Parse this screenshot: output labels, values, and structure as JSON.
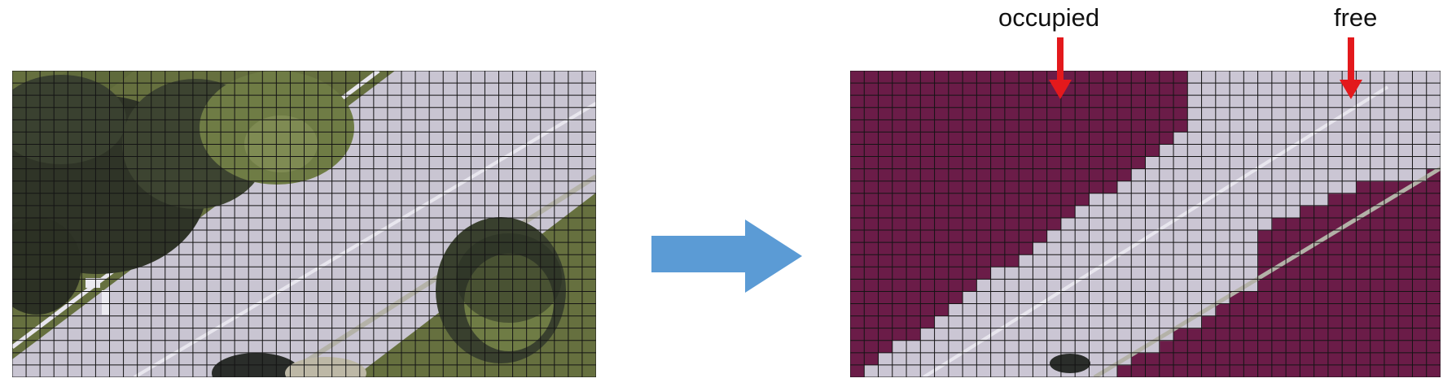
{
  "labels": {
    "occupied": "occupied",
    "free": "free"
  },
  "colors": {
    "occupied_fill": "#6b1c48",
    "free_fill": "#cbc6d4",
    "road": "#c9c5d2",
    "grass": "#66703f",
    "tree_dark": "#2f3427",
    "tree_light": "#6f7c45",
    "grid_line": "#141414",
    "transform_arrow": "#5b9bd5",
    "callout_arrow": "#e3191c"
  },
  "grid": {
    "left_columns": 42,
    "left_rows": 25,
    "right_columns": 42,
    "right_rows": 25
  },
  "icons": {
    "transform": "right-arrow-icon",
    "callout": "down-arrow-icon"
  }
}
